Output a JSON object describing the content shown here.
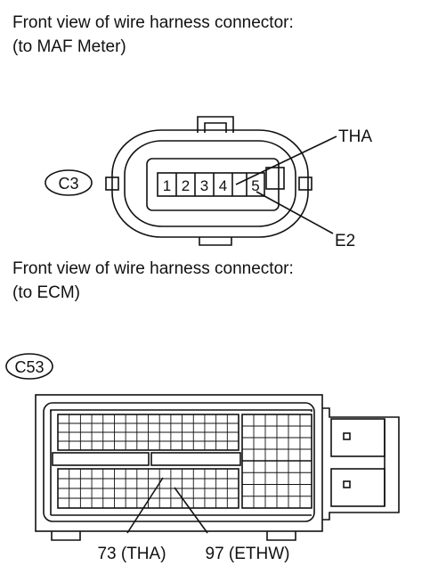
{
  "maf_section": {
    "caption_line1": "Front view of wire harness connector:",
    "caption_line2": "(to MAF Meter)",
    "connector_id": "C3",
    "pins": [
      "1",
      "2",
      "3",
      "4",
      "5"
    ],
    "label_tha": "THA",
    "label_e2": "E2"
  },
  "ecm_section": {
    "caption_line1": "Front view of wire harness connector:",
    "caption_line2": "(to ECM)",
    "connector_id": "C53",
    "label_pin73": "73 (THA)",
    "label_pin97": "97 (ETHW)"
  }
}
